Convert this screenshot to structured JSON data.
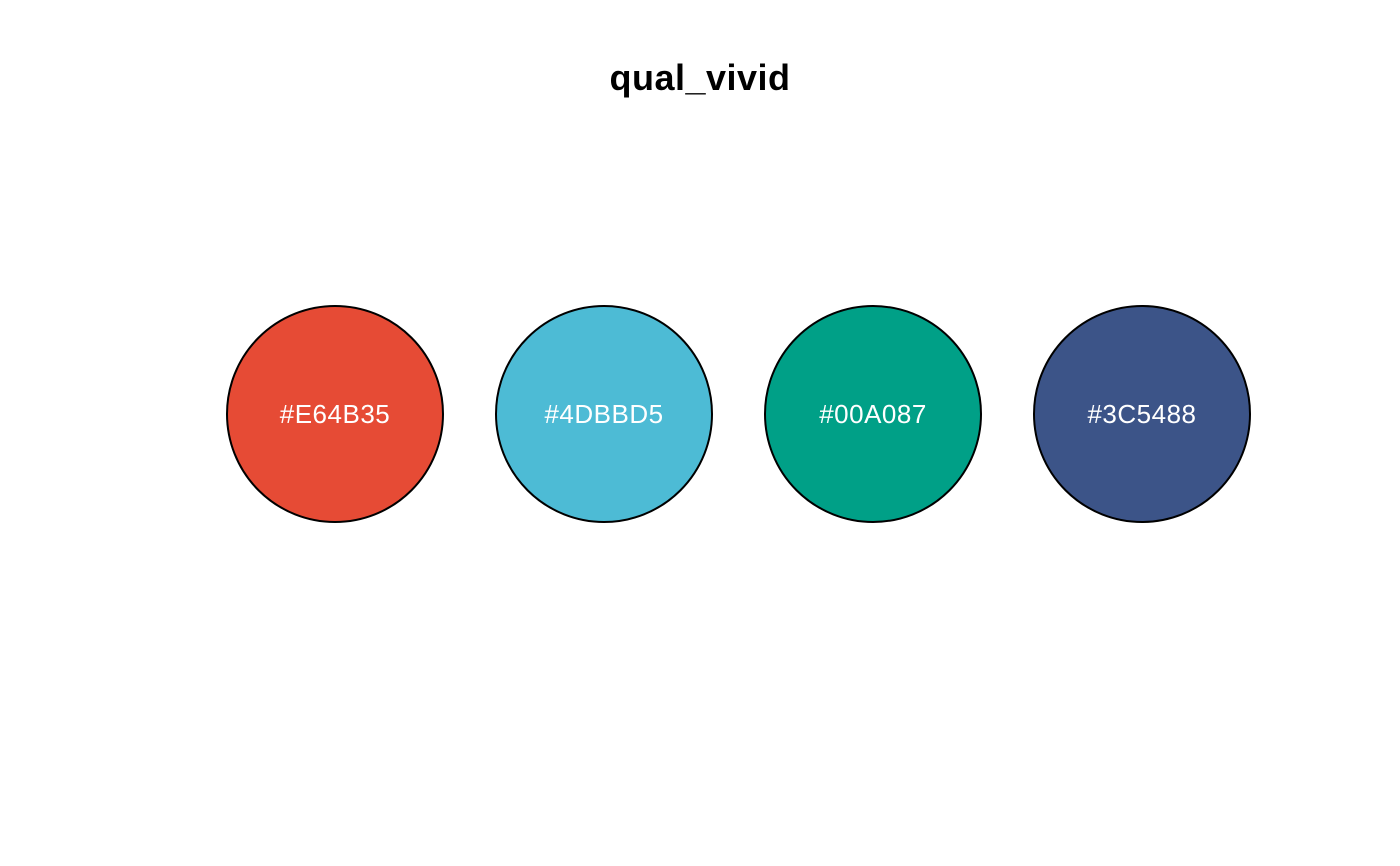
{
  "title": "qual_vivid",
  "palette": {
    "name": "qual_vivid",
    "shape": "circle",
    "outline_color": "#000000",
    "label_color": "#FFFFFF",
    "background": "#FFFFFF",
    "swatches": [
      {
        "label": "#E64B35",
        "fill": "#E64B35"
      },
      {
        "label": "#4DBBD5",
        "fill": "#4DBBD5"
      },
      {
        "label": "#00A087",
        "fill": "#00A087"
      },
      {
        "label": "#3C5488",
        "fill": "#3C5488"
      }
    ]
  },
  "chart_data": {
    "type": "palette",
    "title": "qual_vivid",
    "n_colors": 4,
    "labels": [
      "#E64B35",
      "#4DBBD5",
      "#00A087",
      "#3C5488"
    ],
    "colors": [
      "#E64B35",
      "#4DBBD5",
      "#00A087",
      "#3C5488"
    ],
    "layout": "single-row-of-circles",
    "swatch_outline": "#000000",
    "label_text_color": "#FFFFFF",
    "background": "#FFFFFF"
  }
}
